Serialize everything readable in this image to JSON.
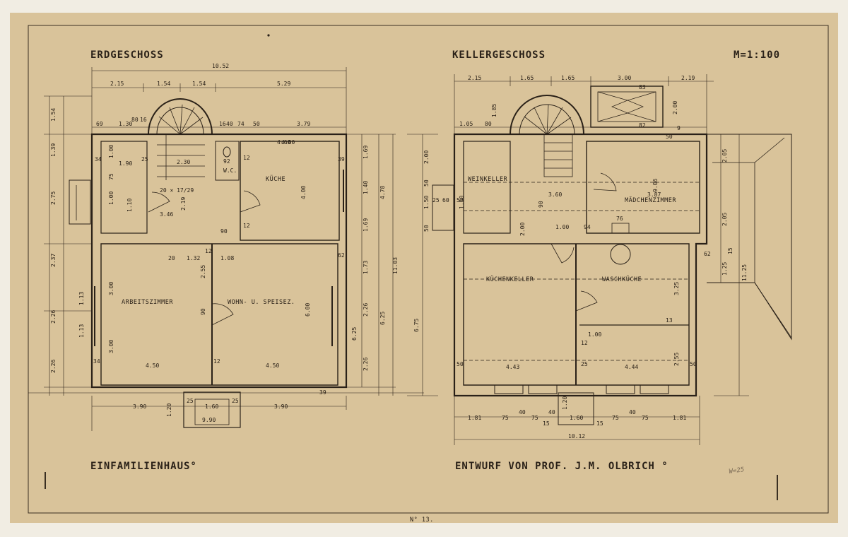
{
  "titles": {
    "left_plan": "ERDGESCHOSS",
    "right_plan": "KELLERGESCHOSS",
    "scale": "M=1:100",
    "bottom_left": "EINFAMILIENHAUS°",
    "bottom_right": "ENTWURF VON PROF. J.M. OLBRICH °",
    "sheet_number": "N° 13.",
    "pencil_note": "W=25"
  },
  "ground_floor": {
    "rooms": {
      "kueche": "KÜCHE",
      "arbeitszimmer": "ARBEITSZIMMER",
      "wohn_speise": "WOHN- U. SPEISEZ.",
      "stair_note": "20 × 17/29",
      "wc": "W.C."
    },
    "dims_top": {
      "overall": "10.52",
      "a": "2.15",
      "b": "1.54",
      "c": "1.54",
      "d": "5.29"
    },
    "dims_top2": [
      "69",
      "1.30",
      "80",
      "16",
      "16",
      "40",
      "74",
      "50",
      "3.79",
      "92",
      "12",
      "4.00",
      "34",
      "25",
      "1.90",
      "2.30",
      "39"
    ],
    "dims_right": [
      "1.69",
      "1.40",
      "1.69",
      "1.73",
      "2.26",
      "2.26",
      "4.78",
      "6.25",
      "11.03",
      "6.25"
    ],
    "dims_left": [
      "1.54",
      "1.39",
      "2.75",
      "2.37",
      "2.26",
      "2.26",
      "1.13",
      "1.13",
      "1.00",
      "75",
      "1.00",
      "3.46",
      "2.19",
      "1.10"
    ],
    "dims_bottom": {
      "a": "3.90",
      "b": "1.60",
      "c": "3.90",
      "step_width": "9.90",
      "step_depth": "1.20",
      "side_a": "25",
      "side_b": "25"
    },
    "dims_interior": [
      "3.00",
      "3.00",
      "2.55",
      "4.50",
      "4.50",
      "4.00",
      "4.00",
      "6.00",
      "90",
      "1.32",
      "1.08",
      "90",
      "20",
      "12",
      "62",
      "39",
      "34",
      "12",
      "12"
    ]
  },
  "basement": {
    "rooms": {
      "weinkeller": "WEINKELLER",
      "maedchenzimmer": "MÄDCHENZIMMER",
      "kuechenkeller": "KÜCHENKELLER",
      "waschkueche": "WASCHKÜCHE"
    },
    "dims_top": {
      "a": "2.15",
      "b": "1.65",
      "c": "1.65",
      "d": "3.00",
      "e": "2.19"
    },
    "dims_top2": [
      "1.05",
      "80",
      "1.85",
      "83",
      "82",
      "2.00",
      "50",
      "9"
    ],
    "dims_interior": [
      "3.60",
      "3.87",
      "9.06",
      "1.00",
      "94",
      "76",
      "1.00",
      "4.43",
      "4.44",
      "3.25",
      "2.55",
      "90",
      "2.00",
      "1.50",
      "50",
      "25",
      "60",
      "50",
      "13",
      "12",
      "25",
      "50",
      "62",
      "2.05",
      "2.05",
      "1.25"
    ],
    "dims_left": [
      "2.00",
      "50",
      "1.50",
      "50",
      "6.75"
    ],
    "dims_right": [
      "11.25",
      "15"
    ],
    "dims_bottom": [
      "1.81",
      "75",
      "40",
      "75",
      "40",
      "1.60",
      "1.20",
      "15",
      "15",
      "75",
      "40",
      "75",
      "1.81"
    ],
    "overall_bottom": "10.12"
  },
  "colors": {
    "paper": "#d9c39a",
    "ink": "#2a2118",
    "frame": "#f1ede3"
  }
}
